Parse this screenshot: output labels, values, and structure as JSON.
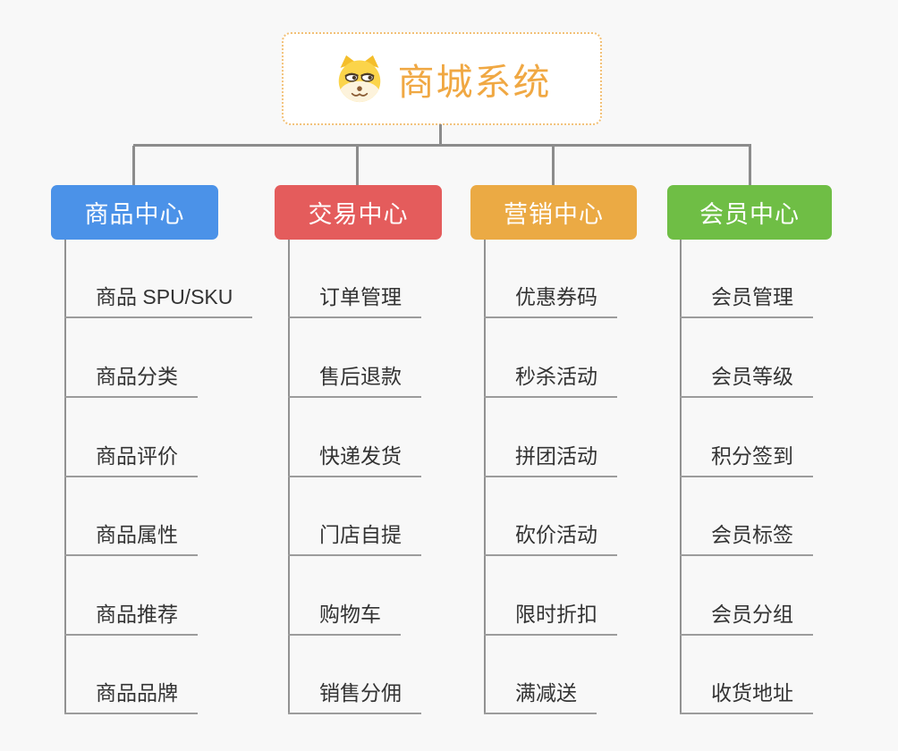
{
  "canvas": {
    "background": "#F8F8F8"
  },
  "root": {
    "title": "商城系统",
    "icon": "dog-face-icon",
    "text_color": "#F0A843",
    "border_color": "#F2C178",
    "background": "#FFFFFF"
  },
  "connector_color": "#8C8C8C",
  "item_text_color": "#333333",
  "branches": [
    {
      "label": "商品中心",
      "color": "#4B92E8",
      "items": [
        "商品 SPU/SKU",
        "商品分类",
        "商品评价",
        "商品属性",
        "商品推荐",
        "商品品牌"
      ]
    },
    {
      "label": "交易中心",
      "color": "#E45C5C",
      "items": [
        "订单管理",
        "售后退款",
        "快递发货",
        "门店自提",
        "购物车",
        "销售分佣"
      ]
    },
    {
      "label": "营销中心",
      "color": "#EBAA44",
      "items": [
        "优惠券码",
        "秒杀活动",
        "拼团活动",
        "砍价活动",
        "限时折扣",
        "满减送"
      ]
    },
    {
      "label": "会员中心",
      "color": "#6FBE45",
      "items": [
        "会员管理",
        "会员等级",
        "积分签到",
        "会员标签",
        "会员分组",
        "收货地址"
      ]
    }
  ]
}
